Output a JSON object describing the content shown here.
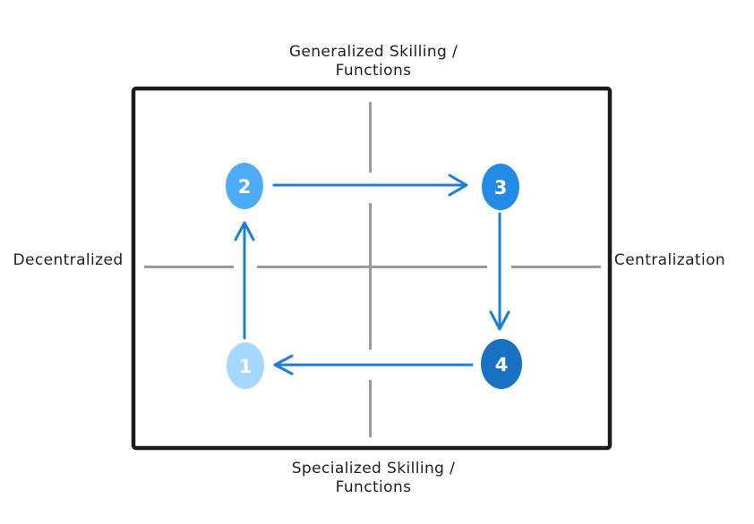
{
  "diagram": {
    "type": "quadrant-cycle",
    "axes": {
      "top_label_line1": "Generalized Skilling /",
      "top_label_line2": "Functions",
      "bottom_label_line1": "Specialized Skilling /",
      "bottom_label_line2": "Functions",
      "left_label": "Decentralized",
      "right_label": "Centralization"
    },
    "nodes": [
      {
        "label": "1",
        "quadrant": "bottom-left",
        "color": "#a5d8ff"
      },
      {
        "label": "2",
        "quadrant": "top-left",
        "color": "#4dabf7"
      },
      {
        "label": "3",
        "quadrant": "top-right",
        "color": "#228be6"
      },
      {
        "label": "4",
        "quadrant": "bottom-right",
        "color": "#1971c2"
      }
    ],
    "flow": [
      {
        "from": "1",
        "to": "2"
      },
      {
        "from": "2",
        "to": "3"
      },
      {
        "from": "3",
        "to": "4"
      },
      {
        "from": "4",
        "to": "1"
      }
    ],
    "colors": {
      "background": "#ffffff",
      "border": "#1b1b1b",
      "axis": "#9a9a9a",
      "arrow": "#1c7ed6",
      "text": "#1e1e1e",
      "node_text": "#ffffff"
    }
  }
}
